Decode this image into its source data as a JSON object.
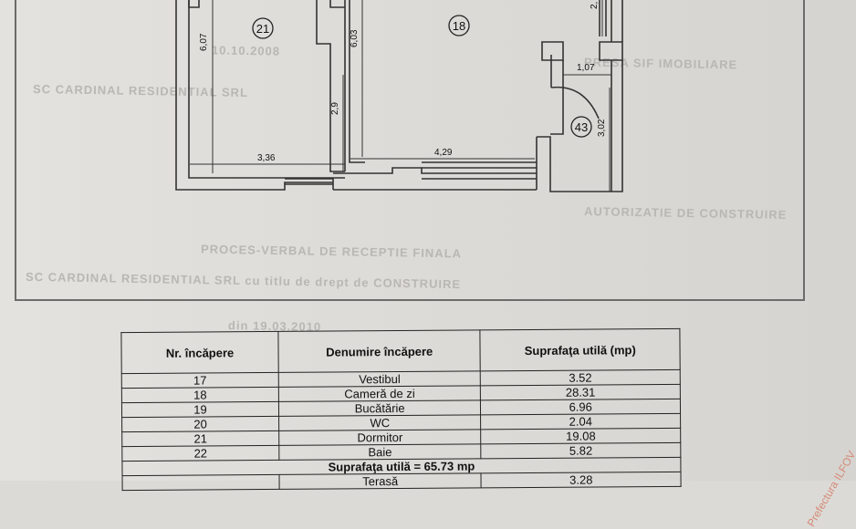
{
  "plan": {
    "rooms": [
      "21",
      "18",
      "43"
    ],
    "dims": {
      "d607": "6,07",
      "d603": "6,03",
      "d29": "2,9",
      "d336": "3,36",
      "d429": "4,29",
      "d107": "1,07",
      "d302": "3,02",
      "d2": "2,"
    }
  },
  "table": {
    "headers": {
      "nr": "Nr. încăpere",
      "name": "Denumire încăpere",
      "area": "Suprafaţa utilă (mp)"
    },
    "rows": [
      {
        "nr": "17",
        "name": "Vestibul",
        "area": "3.52"
      },
      {
        "nr": "18",
        "name": "Cameră de zi",
        "area": "28.31"
      },
      {
        "nr": "19",
        "name": "Bucătărie",
        "area": "6.96"
      },
      {
        "nr": "20",
        "name": "WC",
        "area": "2.04"
      },
      {
        "nr": "21",
        "name": "Dormitor",
        "area": "19.08"
      },
      {
        "nr": "22",
        "name": "Baie",
        "area": "5.82"
      }
    ],
    "total": "Suprafaţa utilă = 65.73 mp",
    "last_row": {
      "name": "Terasă",
      "area": "3.28"
    }
  },
  "background": {
    "ghost_lines": [
      "10.10.2008",
      "PRESA SIF IMOBILIARE",
      "SC CARDINAL RESIDENTIAL SRL",
      "AUTORIZATIE DE CONSTRUIRE",
      "PROCES-VERBAL DE RECEPTIE FINALA",
      "SC CARDINAL RESIDENTIAL SRL cu titlu de drept de CONSTRUIRE",
      "din 19.03.2010"
    ],
    "stamp": "Prefectura ILFOV"
  }
}
